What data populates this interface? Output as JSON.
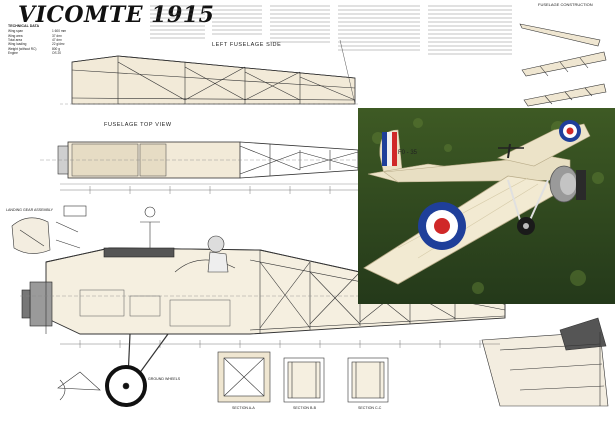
{
  "plan": {
    "title": "VICOMTE 1915",
    "labels": {
      "left_fuselage_side": "LEFT FUSELAGE SIDE",
      "fuselage_top_view": "FUSELAGE TOP VIEW",
      "fuselage_construction": "FUSELAGE CONSTRUCTION",
      "landing_gear": "LANDING GEAR ASSEMBLY",
      "section_1": "SECTION  A-A",
      "section_2": "SECTION  B-B",
      "section_3": "SECTION  C-C",
      "wheels": "GROUND WHEELS"
    },
    "specs": {
      "heading": "TECHNICAL DATA",
      "rows": [
        {
          "label": "Wing span",
          "value": "1 600 mm"
        },
        {
          "label": "Wing area",
          "value": "37 dm²"
        },
        {
          "label": "Total area",
          "value": "47 dm²"
        },
        {
          "label": "Wing loading",
          "value": "22 g/dm²"
        },
        {
          "label": "Weight (without RC)",
          "value": "800 g"
        },
        {
          "label": "Engine",
          "value": "OS 20"
        }
      ]
    }
  },
  "photo": {
    "registration": "F0 - 35",
    "colors": {
      "grass_dark": "#2f4a1e",
      "grass_light": "#5b7a33",
      "wing": "#ece3c8",
      "roundel_blue": "#1f3f9a",
      "roundel_red": "#d02828",
      "engine": "#9a9a9a"
    }
  }
}
